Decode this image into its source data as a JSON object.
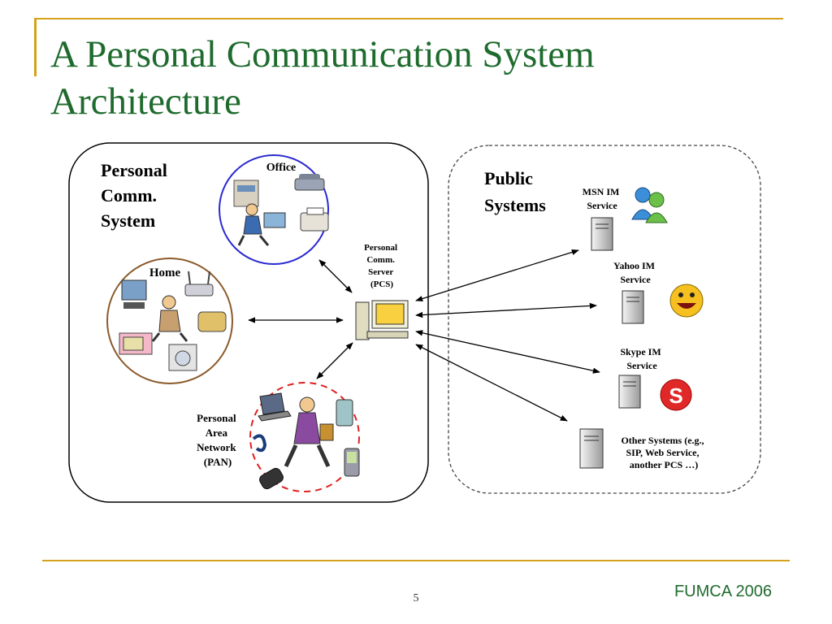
{
  "slide": {
    "title_lines": [
      "A Personal Communication System",
      "Architecture"
    ],
    "page_number": "5",
    "footer": "FUMCA 2006"
  },
  "personal_system": {
    "label_lines": [
      "Personal",
      "Comm.",
      "System"
    ],
    "office_label": "Office",
    "home_label": "Home",
    "pan_label_lines": [
      "Personal",
      "Area",
      "Network",
      "(PAN)"
    ],
    "server_label_lines": [
      "Personal",
      "Comm.",
      "Server",
      "(PCS)"
    ]
  },
  "public_systems": {
    "label_lines": [
      "Public",
      "Systems"
    ],
    "services": [
      {
        "label_lines": [
          "MSN IM",
          "Service"
        ],
        "icon": "msn-messenger-icon"
      },
      {
        "label_lines": [
          "Yahoo IM",
          "Service"
        ],
        "icon": "yahoo-smiley-icon"
      },
      {
        "label_lines": [
          "Skype IM",
          "Service"
        ],
        "icon": "skype-icon"
      },
      {
        "label_lines": [
          "Other Systems (e.g.,",
          "SIP, Web Service,",
          "another  PCS …)"
        ],
        "icon": "server-icon"
      }
    ]
  },
  "colors": {
    "title": "#1f6b2e",
    "accent_rule": "#d4a21c",
    "office_circle": "#2b2bd0",
    "home_circle": "#8b5a2b",
    "pan_circle": "#e02020"
  }
}
